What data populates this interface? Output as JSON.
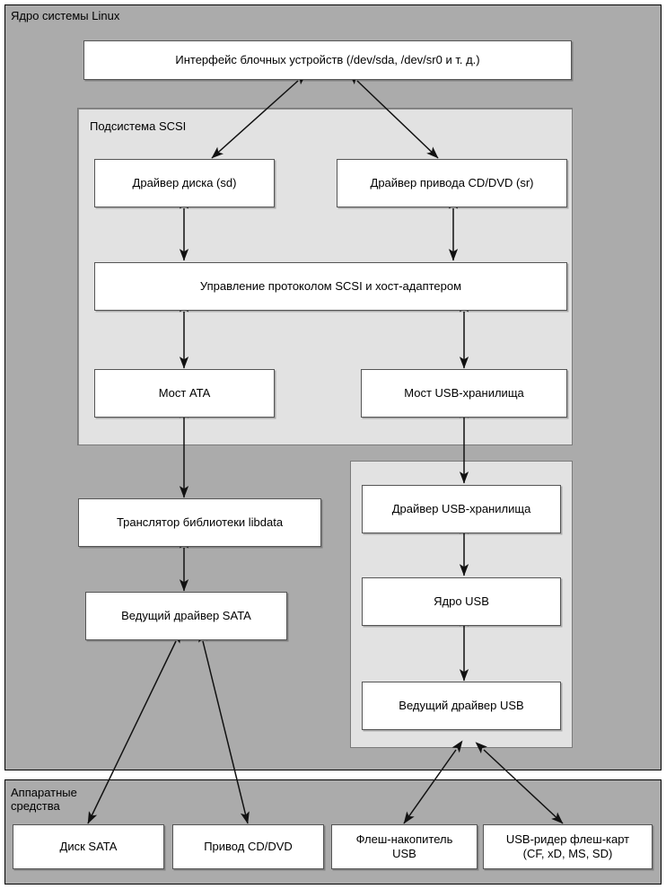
{
  "diagram": {
    "title_layers": {
      "kernel": "Ядро системы Linux",
      "hardware": "Аппаратные\nсредства",
      "scsi": "Подсистема SCSI"
    },
    "nodes": {
      "block_interface": "Интерфейс блочных устройств (/dev/sda, /dev/sr0 и т. д.)",
      "disk_driver": "Драйвер диска (sd)",
      "cd_driver": "Драйвер привода CD/DVD (sr)",
      "scsi_protocol": "Управление протоколом SCSI и хост-адаптером",
      "ata_bridge": "Мост ATA",
      "usb_storage_bridge": "Мост USB-хранилища",
      "libdata": "Транслятор библиотеки libdata",
      "sata_driver": "Ведущий драйвер SATA",
      "usb_storage_driver": "Драйвер USB-хранилища",
      "usb_core": "Ядро USB",
      "usb_host_driver": "Ведущий драйвер USB",
      "hw_sata_disk": "Диск SATA",
      "hw_cd_drive": "Привод CD/DVD",
      "hw_usb_flash": "Флеш-накопитель\nUSB",
      "hw_card_reader": "USB-ридер флеш-карт\n(CF, xD, MS, SD)"
    },
    "colors": {
      "layer_background": "#ababab",
      "subsystem_background": "#e2e2e2",
      "node_background": "#ffffff",
      "node_border": "#555555",
      "arrow": "#1a1a1a",
      "page_background": "#ffffff"
    },
    "connections": [
      {
        "from": "block_interface",
        "to": "disk_driver",
        "style": "double-headed-diagonal"
      },
      {
        "from": "block_interface",
        "to": "cd_driver",
        "style": "double-headed-diagonal"
      },
      {
        "from": "disk_driver",
        "to": "scsi_protocol",
        "style": "double-headed-vertical"
      },
      {
        "from": "cd_driver",
        "to": "scsi_protocol",
        "style": "double-headed-vertical"
      },
      {
        "from": "scsi_protocol",
        "to": "ata_bridge",
        "style": "double-headed-vertical"
      },
      {
        "from": "scsi_protocol",
        "to": "usb_storage_bridge",
        "style": "double-headed-vertical"
      },
      {
        "from": "ata_bridge",
        "to": "libdata",
        "style": "double-headed-vertical"
      },
      {
        "from": "usb_storage_bridge",
        "to": "usb_storage_driver",
        "style": "double-headed-vertical"
      },
      {
        "from": "libdata",
        "to": "sata_driver",
        "style": "double-headed-vertical"
      },
      {
        "from": "usb_storage_driver",
        "to": "usb_core",
        "style": "double-headed-vertical"
      },
      {
        "from": "usb_core",
        "to": "usb_host_driver",
        "style": "double-headed-vertical"
      },
      {
        "from": "sata_driver",
        "to": "hw_sata_disk",
        "style": "double-headed-diagonal"
      },
      {
        "from": "sata_driver",
        "to": "hw_cd_drive",
        "style": "double-headed-diagonal"
      },
      {
        "from": "usb_host_driver",
        "to": "hw_usb_flash",
        "style": "double-headed-diagonal"
      },
      {
        "from": "usb_host_driver",
        "to": "hw_card_reader",
        "style": "double-headed-diagonal"
      }
    ]
  }
}
